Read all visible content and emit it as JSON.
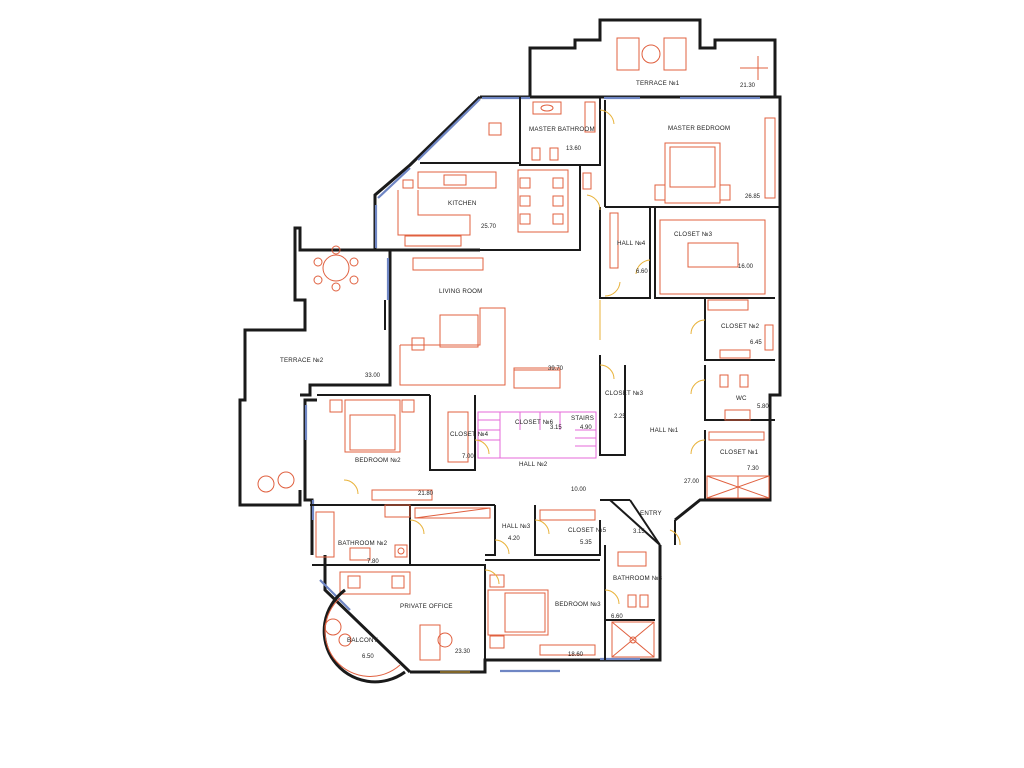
{
  "plan": {
    "colors": {
      "wall": "#1a1a1a",
      "glass": "#6f86c4",
      "furniture": "#e0603f",
      "door": "#e8b23a",
      "stairs": "#e66ad8"
    },
    "rooms": [
      {
        "name": "TERRACE №1",
        "area": "21.30"
      },
      {
        "name": "MASTER BATHROOM",
        "area": "13.60"
      },
      {
        "name": "MASTER BEDROOM",
        "area": "26.85"
      },
      {
        "name": "KITCHEN",
        "area": "25.70"
      },
      {
        "name": "HALL №4",
        "area": "6.60"
      },
      {
        "name": "CLOSET №3",
        "area": "16.00"
      },
      {
        "name": "LIVING ROOM",
        "area": "39.70"
      },
      {
        "name": "TERRACE №2",
        "area": "33.00"
      },
      {
        "name": "CLOSET №2",
        "area": "6.45"
      },
      {
        "name": "WC",
        "area": "5.80"
      },
      {
        "name": "CLOSET №3",
        "area": "2.25"
      },
      {
        "name": "STAIRS",
        "area": "4.90"
      },
      {
        "name": "CLOSET №6",
        "area": "3.15"
      },
      {
        "name": "BEDROOM №2",
        "area": "21.80"
      },
      {
        "name": "CLOSET №4",
        "area": "7.00"
      },
      {
        "name": "HALL №2",
        "area": "10.00"
      },
      {
        "name": "HALL №1",
        "area": "27.00"
      },
      {
        "name": "CLOSET №1",
        "area": "7.30"
      },
      {
        "name": "ENTRY",
        "area": "3.15"
      },
      {
        "name": "HALL №3",
        "area": "4.20"
      },
      {
        "name": "CLOSET №5",
        "area": "5.35"
      },
      {
        "name": "BATHROOM №2",
        "area": "7.80"
      },
      {
        "name": "BATHROOM №3",
        "area": "6.60"
      },
      {
        "name": "PRIVATE OFFICE",
        "area": "23.30"
      },
      {
        "name": "BEDROOM №3",
        "area": "18.60"
      },
      {
        "name": "BALCONY",
        "area": "6.50"
      }
    ]
  }
}
